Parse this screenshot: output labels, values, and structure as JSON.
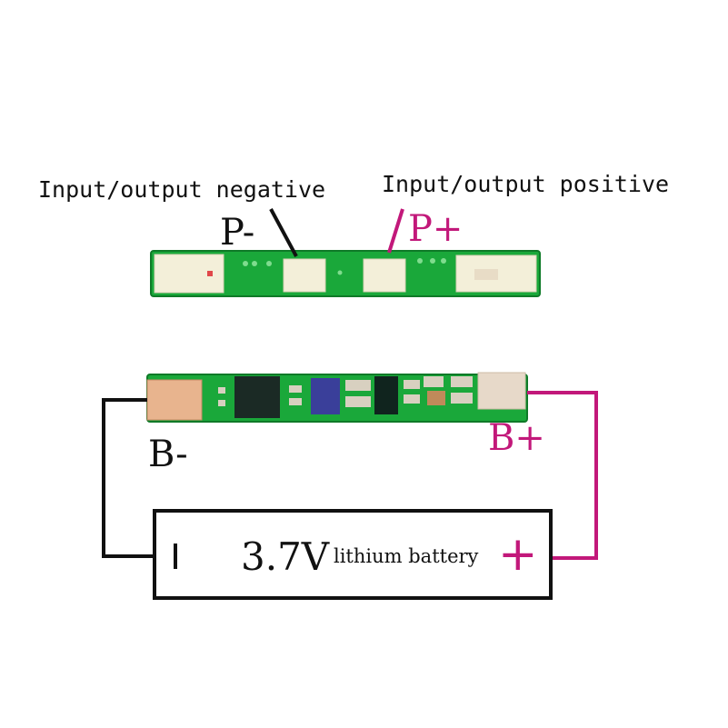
{
  "labels": {
    "io_negative": "Input/output negative",
    "io_positive": "Input/output positive",
    "p_negative": "P-",
    "p_positive": "P+",
    "b_negative": "B-",
    "b_positive": "B+"
  },
  "battery": {
    "voltage": "3.7V",
    "name": "lithium battery",
    "minus_symbol": "|",
    "plus_symbol": "+"
  },
  "colors": {
    "positive": "#c2187a",
    "negative": "#111111",
    "pcb_green": "#1aa83a",
    "pad_top": "#f3efd9",
    "pad_bottom": "#e8b48e"
  }
}
